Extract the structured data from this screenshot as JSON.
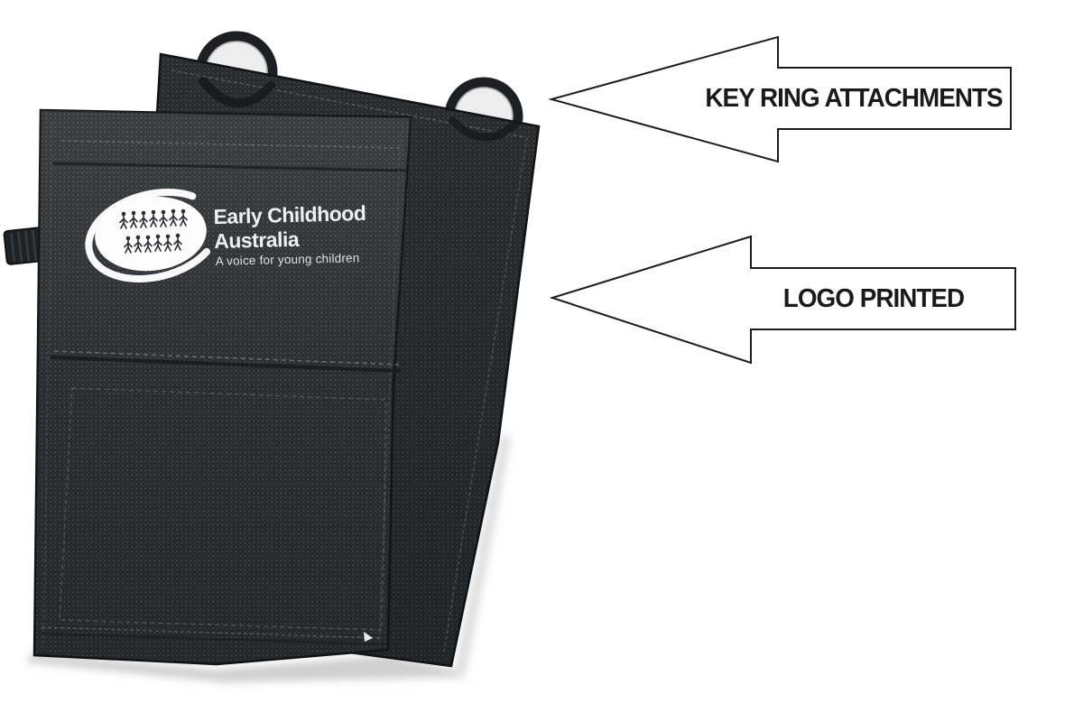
{
  "product_photo": {
    "logo": {
      "org_line1": "Early Childhood",
      "org_line2": "Australia",
      "tagline": "A voice for young children"
    }
  },
  "callouts": [
    {
      "label": "KEY RING ATTACHMENTS"
    },
    {
      "label": "LOGO PRINTED"
    }
  ],
  "colors": {
    "background": "#ffffff",
    "fabric_base": "#2b2f32",
    "fabric_weave_dot": "#4d5458",
    "pouch_outline": "#121517",
    "stitch": "#6a7175",
    "key_ring": "#1d2023",
    "logo_print": "#f2f3f3",
    "callout_fill": "#ffffff",
    "callout_outline": "#1c1c1c",
    "callout_text": "#1a1a1a"
  }
}
